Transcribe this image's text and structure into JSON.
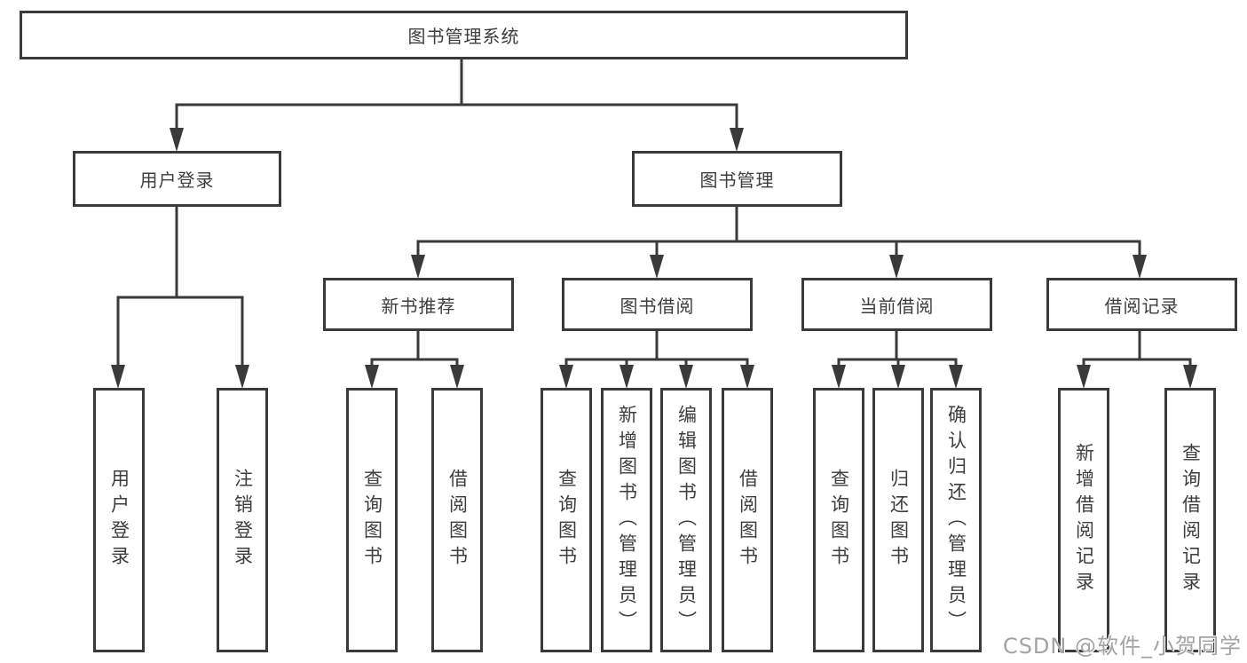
{
  "colors": {
    "line": "#3a3a3a",
    "box_border": "#3a3a3a",
    "text": "#3d3d3d",
    "background": "#ffffff",
    "watermark": "#a3a3a3"
  },
  "watermark": {
    "text": "CSDN @软件_小贺同学"
  },
  "tree": {
    "root": {
      "label": "图书管理系统"
    },
    "branches": [
      {
        "label": "用户登录",
        "children": [
          {
            "label": "用户登录"
          },
          {
            "label": "注销登录"
          }
        ]
      },
      {
        "label": "图书管理",
        "children": [
          {
            "label": "新书推荐",
            "children": [
              {
                "label": "查询图书"
              },
              {
                "label": "借阅图书"
              }
            ]
          },
          {
            "label": "图书借阅",
            "children": [
              {
                "label": "查询图书"
              },
              {
                "label": "新增图书（管理员）"
              },
              {
                "label": "编辑图书（管理员）"
              },
              {
                "label": "借阅图书"
              }
            ]
          },
          {
            "label": "当前借阅",
            "children": [
              {
                "label": "查询图书"
              },
              {
                "label": "归还图书"
              },
              {
                "label": "确认归还（管理员）"
              }
            ]
          },
          {
            "label": "借阅记录",
            "children": [
              {
                "label": "新增借阅记录"
              },
              {
                "label": "查询借阅记录"
              }
            ]
          }
        ]
      }
    ]
  }
}
